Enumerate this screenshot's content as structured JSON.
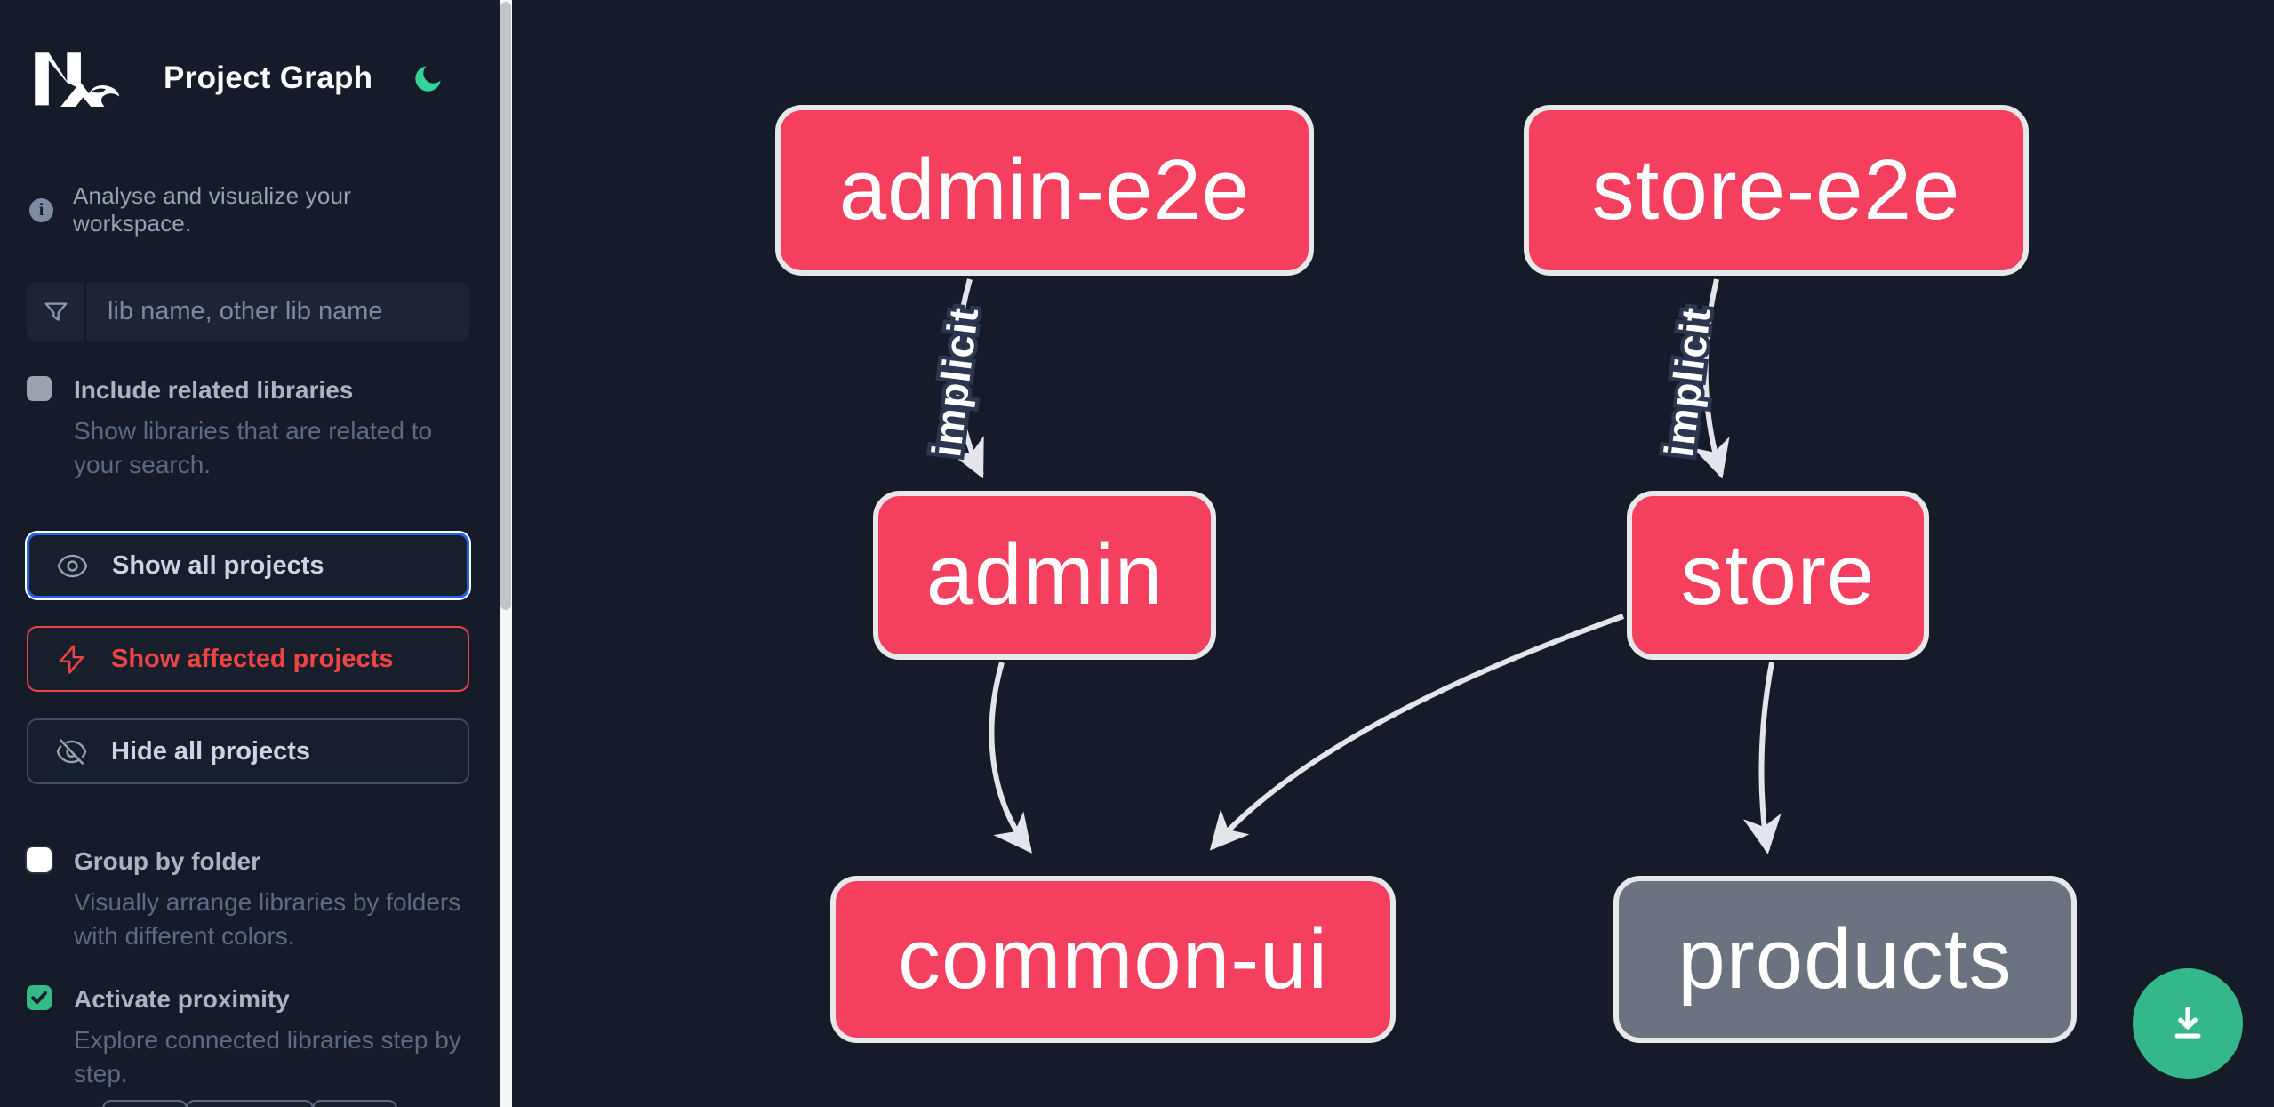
{
  "header": {
    "logo": "Nx",
    "app_title": "Project Graph",
    "theme_toggle": "moon"
  },
  "sidebar": {
    "info_text": "Analyse and visualize your workspace.",
    "filter_placeholder": "lib name, other lib name",
    "filter_value": "",
    "include_related": {
      "label": "Include related libraries",
      "description": "Show libraries that are related to your search.",
      "checked": false,
      "disabled": true
    },
    "actions": {
      "show_all": "Show all projects",
      "show_affected": "Show affected projects",
      "hide_all": "Hide all projects"
    },
    "group_by_folder": {
      "label": "Group by folder",
      "description": "Visually arrange libraries by folders with different colors.",
      "checked": false
    },
    "activate_proximity": {
      "label": "Activate proximity",
      "description": "Explore connected libraries step by step.",
      "checked": true
    }
  },
  "graph": {
    "nodes": [
      {
        "id": "admin-e2e",
        "label": "admin-e2e",
        "color": "#f43f5e"
      },
      {
        "id": "store-e2e",
        "label": "store-e2e",
        "color": "#f43f5e"
      },
      {
        "id": "admin",
        "label": "admin",
        "color": "#f43f5e"
      },
      {
        "id": "store",
        "label": "store",
        "color": "#f43f5e"
      },
      {
        "id": "common-ui",
        "label": "common-ui",
        "color": "#f43f5e"
      },
      {
        "id": "products",
        "label": "products",
        "color": "#6b7280"
      }
    ],
    "edges": [
      {
        "source": "admin-e2e",
        "target": "admin",
        "label": "implicit"
      },
      {
        "source": "store-e2e",
        "target": "store",
        "label": "implicit"
      },
      {
        "source": "admin",
        "target": "common-ui",
        "label": ""
      },
      {
        "source": "store",
        "target": "common-ui",
        "label": ""
      },
      {
        "source": "store",
        "target": "products",
        "label": ""
      }
    ]
  },
  "fab": {
    "icon": "download-icon"
  },
  "colors": {
    "background": "#151b29",
    "node_pink": "#f43f5e",
    "node_gray": "#6b7280",
    "node_border": "#e7e8ec",
    "edge": "#e3e5ea",
    "accent_green": "#34b78b",
    "checkbox_green": "#36b988",
    "moon_green": "#34d399",
    "focus_blue": "#2563eb",
    "affected_red": "#ef4444"
  }
}
